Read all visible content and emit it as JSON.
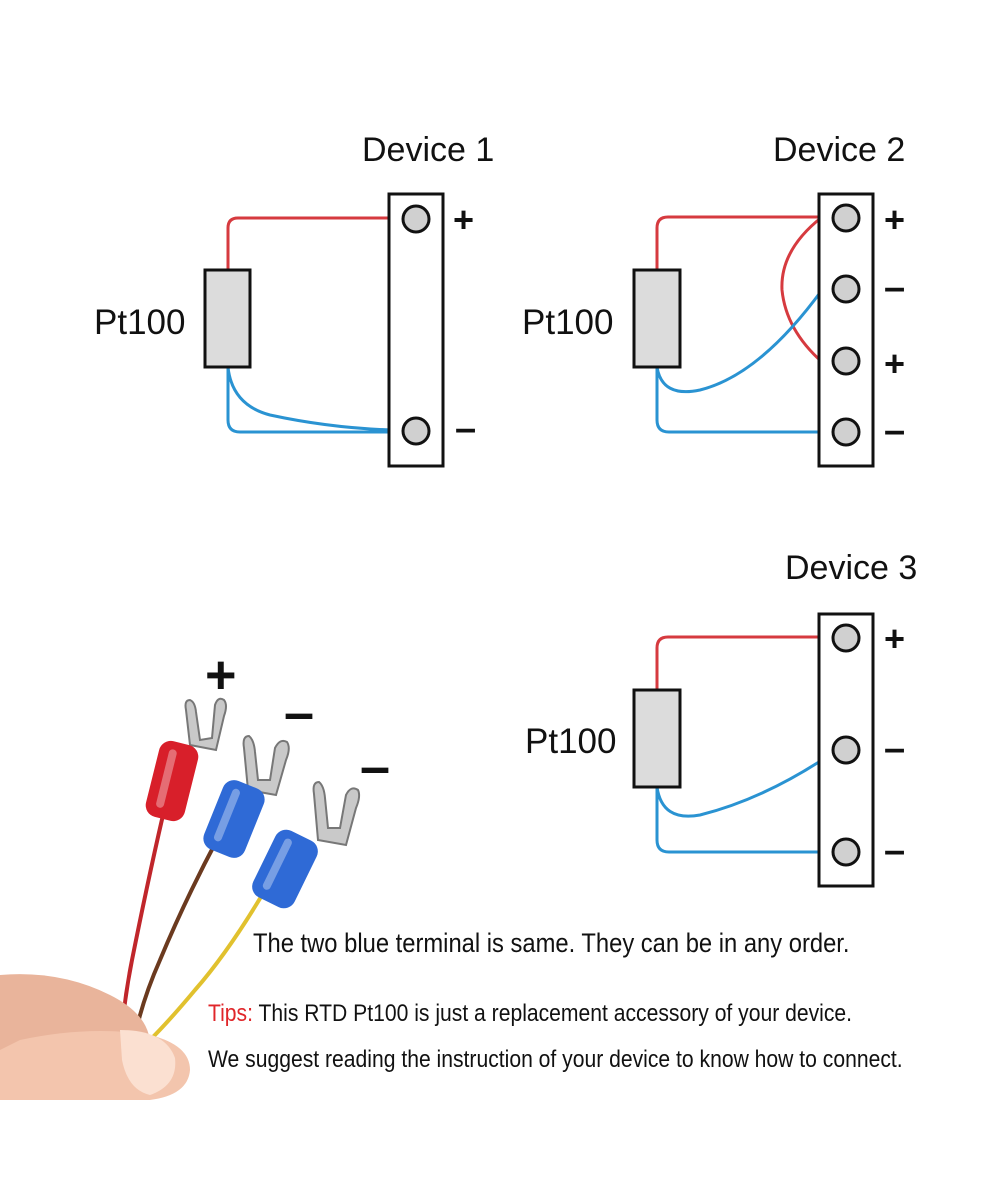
{
  "diagram": {
    "colors": {
      "positive_wire": "#d63a3f",
      "negative_wire": "#2a93d2",
      "sign_positive": "#e0262a",
      "sign_negative": "#111111",
      "sensor_fill": "#dcdcdc",
      "terminal_fill": "#d0d0d0",
      "outline": "#111111"
    },
    "devices": [
      {
        "title": "Device 1",
        "sensor_label": "Pt100",
        "terminals": [
          "+",
          "–"
        ]
      },
      {
        "title": "Device 2",
        "sensor_label": "Pt100",
        "terminals": [
          "+",
          "–",
          "+",
          "–"
        ]
      },
      {
        "title": "Device 3",
        "sensor_label": "Pt100",
        "terminals": [
          "+",
          "–",
          "–"
        ]
      }
    ],
    "photo_signs": [
      "+",
      "–",
      "–"
    ],
    "photo_wire_colors": [
      "#c0262b",
      "#6b3a1f",
      "#e1c12e"
    ],
    "terminal_colors": [
      "#d81f2a",
      "#2f6ad6",
      "#2f6ad6"
    ]
  },
  "note": "The two blue terminal is same. They can be in any order.",
  "tips": {
    "label": "Tips:",
    "line1": "This RTD Pt100 is just a replacement accessory of your device.",
    "line2": "We suggest reading the instruction of your device to know how to connect."
  }
}
